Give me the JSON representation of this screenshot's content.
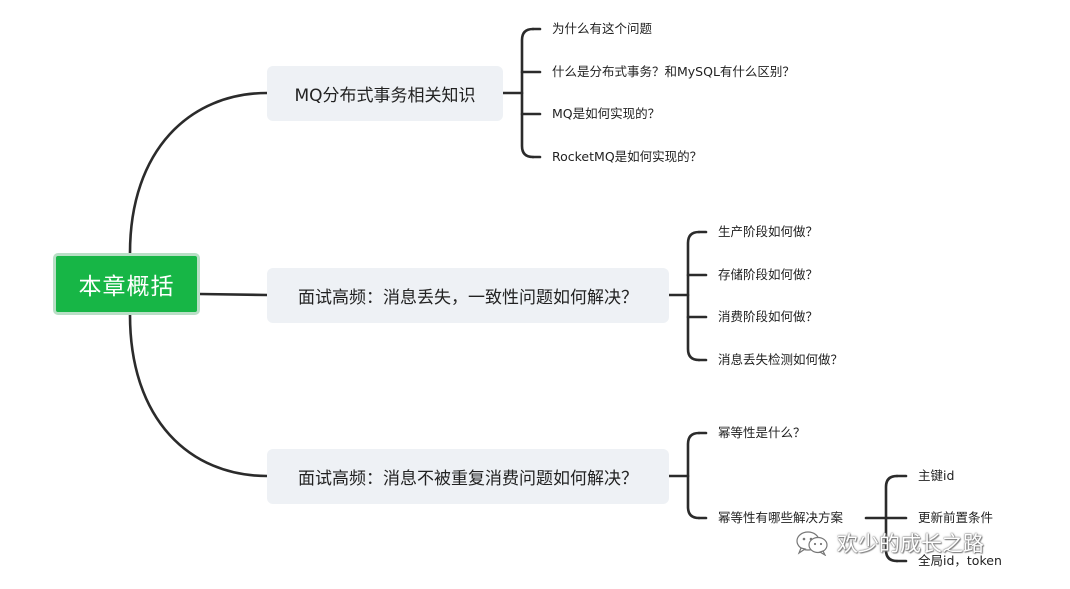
{
  "root": {
    "label": "本章概括"
  },
  "branches": [
    {
      "label": "MQ分布式事务相关知识",
      "children": [
        {
          "label": "为什么有这个问题"
        },
        {
          "label": "什么是分布式事务？和MySQL有什么区别？"
        },
        {
          "label": "MQ是如何实现的？"
        },
        {
          "label": "RocketMQ是如何实现的？"
        }
      ]
    },
    {
      "label": "面试高频：消息丢失，一致性问题如何解决？",
      "children": [
        {
          "label": "生产阶段如何做？"
        },
        {
          "label": "存储阶段如何做？"
        },
        {
          "label": "消费阶段如何做？"
        },
        {
          "label": "消息丢失检测如何做？"
        }
      ]
    },
    {
      "label": "面试高频：消息不被重复消费问题如何解决？",
      "children": [
        {
          "label": "幂等性是什么？"
        },
        {
          "label": "幂等性有哪些解决方案",
          "children": [
            {
              "label": "主键id"
            },
            {
              "label": "更新前置条件"
            },
            {
              "label": "全局id，token"
            }
          ]
        }
      ]
    }
  ],
  "watermark": {
    "text": "欢少的成长之路",
    "icon": "wechat-icon"
  },
  "colors": {
    "root_fill": "#17b646",
    "root_border": "#b9dfc6",
    "branch_fill": "#eef1f5",
    "line": "#2b2b2b"
  }
}
